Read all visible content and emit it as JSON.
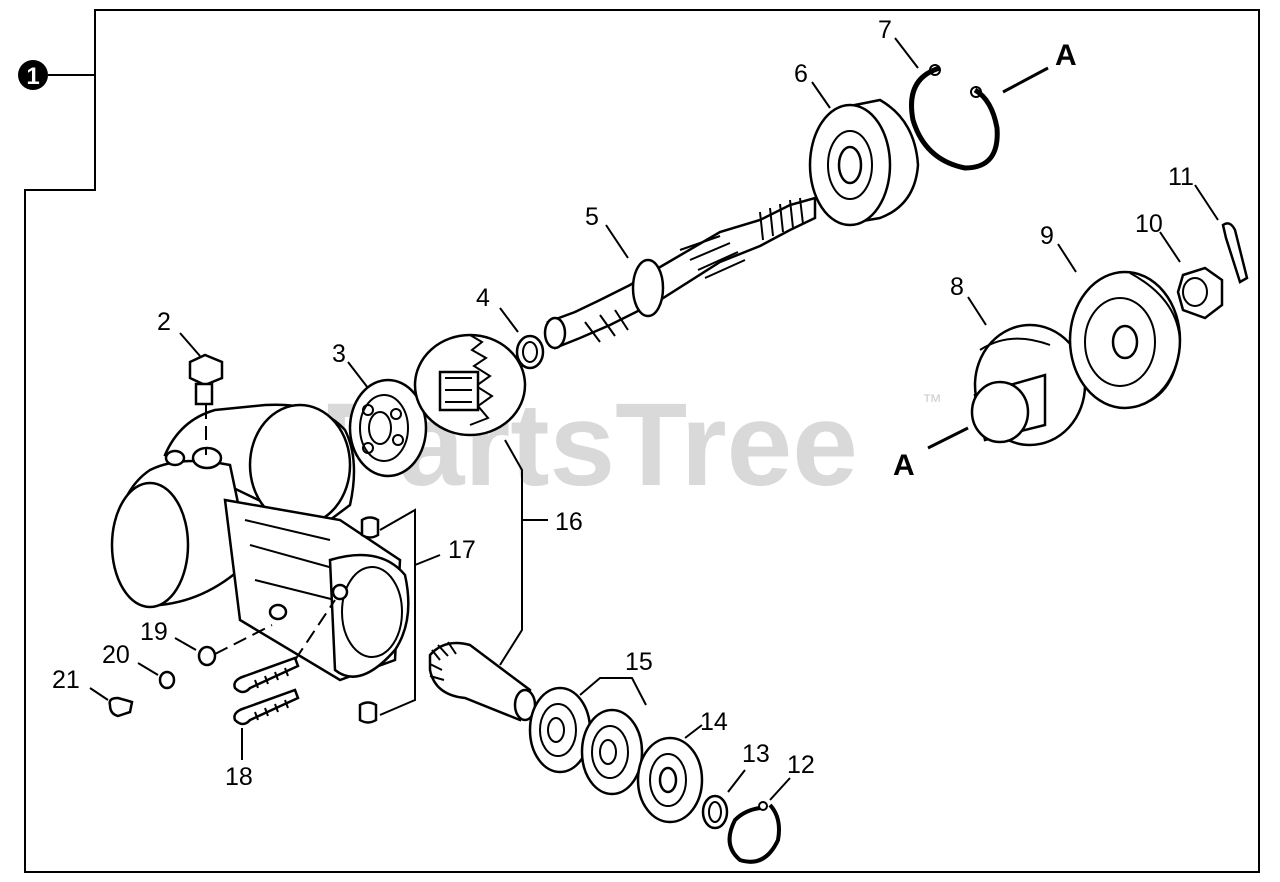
{
  "figure": {
    "group_number": "1",
    "watermark": "PartsTree",
    "watermark_tm": "™",
    "reference_a_top": "A",
    "reference_a_bottom": "A",
    "labels": {
      "p2": "2",
      "p3": "3",
      "p4": "4",
      "p5": "5",
      "p6": "6",
      "p7": "7",
      "p8": "8",
      "p9": "9",
      "p10": "10",
      "p11": "11",
      "p12": "12",
      "p13": "13",
      "p14": "14",
      "p15": "15",
      "p16": "16",
      "p17": "17",
      "p18": "18",
      "p19": "19",
      "p20": "20",
      "p21": "21"
    }
  }
}
